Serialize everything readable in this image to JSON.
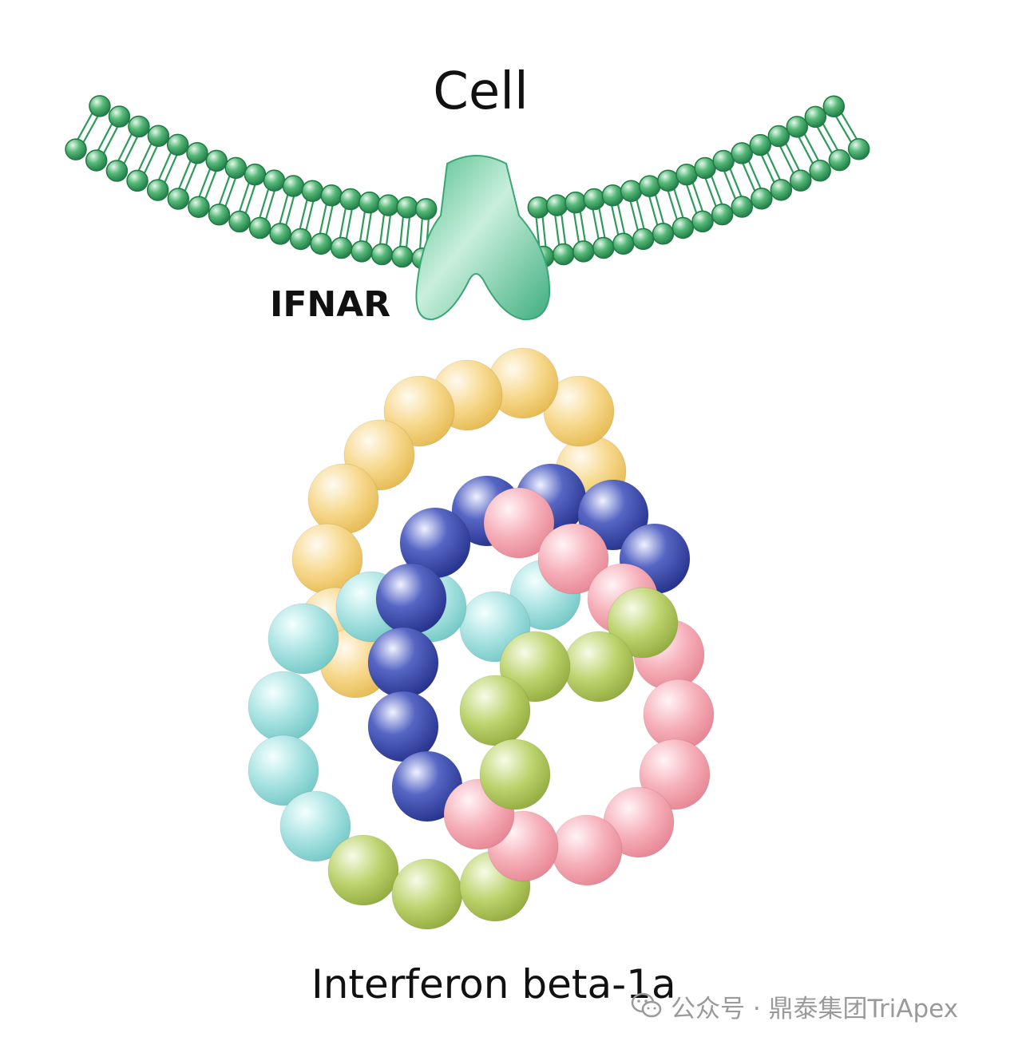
{
  "labels": {
    "cell": "Cell",
    "receptor": "IFNAR",
    "protein": "Interferon beta-1a"
  },
  "watermark": {
    "icon": "wechat-icon",
    "text": "公众号 · 鼎泰集团TriApex"
  },
  "colors": {
    "membrane": "#2e9a5c",
    "receptor": "#62c79a",
    "helix_yellow": "#f0c860",
    "helix_cyan": "#8ed8d6",
    "helix_blue": "#2b3b98",
    "helix_pink": "#f29aa6",
    "helix_green": "#a8c048"
  }
}
